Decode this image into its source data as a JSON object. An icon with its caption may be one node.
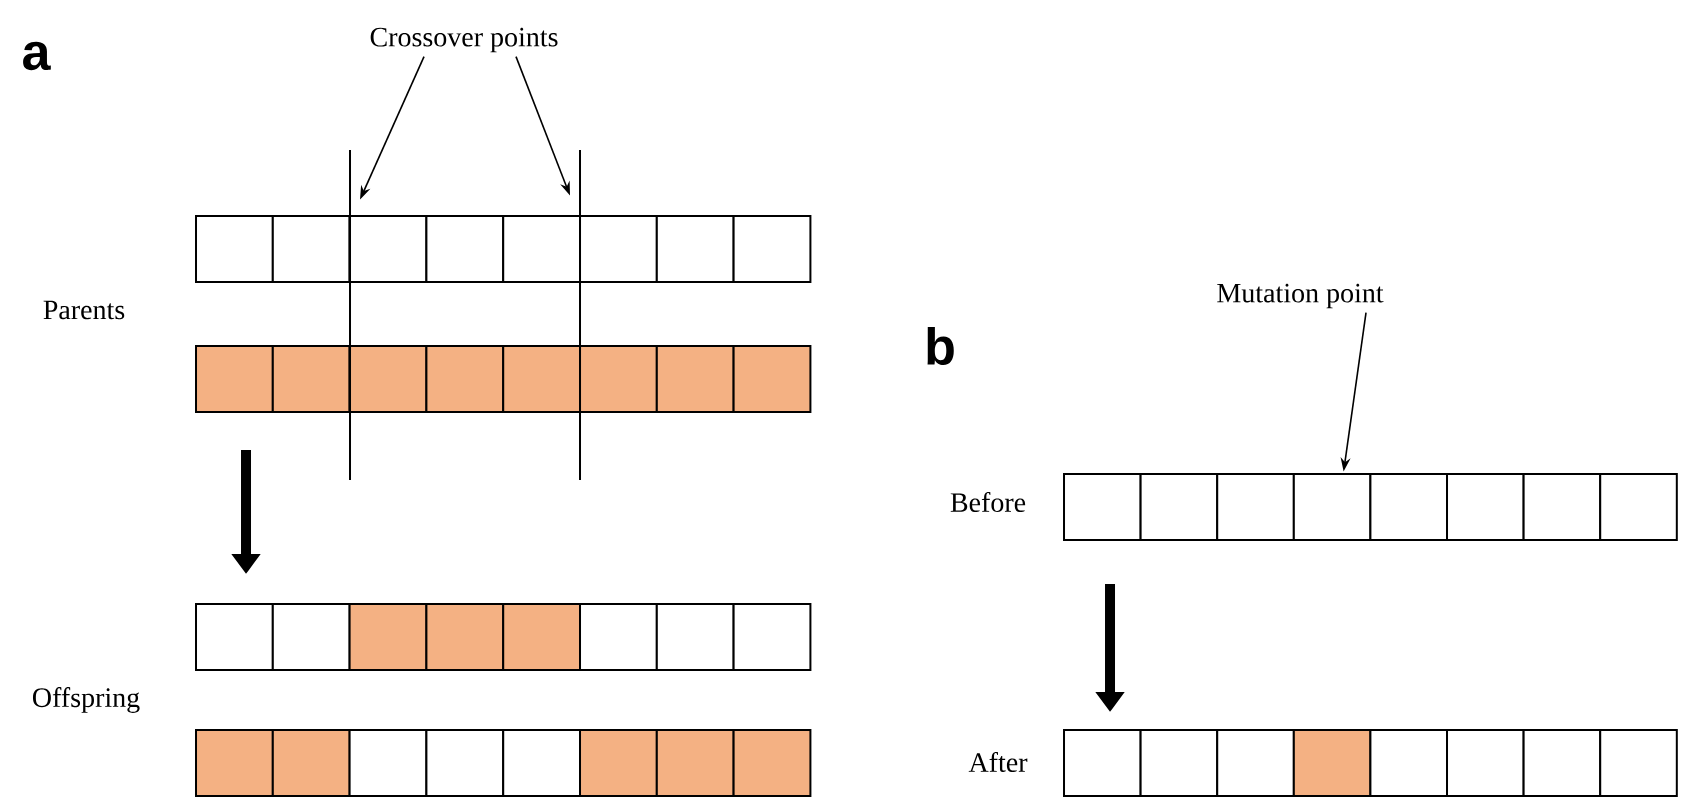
{
  "diagram": {
    "nodes": [
      {
        "text": [
          "Crossover points"
        ]
      },
      {
        "text": [],
        "shape": "bar"
      },
      {
        "text": [],
        "shape": "bar"
      },
      {
        "text": [],
        "shape": "bar"
      },
      {
        "text": [],
        "shape": "bar"
      },
      {
        "text": [],
        "shape": "bar"
      },
      {
        "text": [],
        "shape": "bar"
      },
      {
        "text": [
          "Mutation point"
        ]
      },
      {
        "text": [],
        "shape": "bar"
      },
      {
        "text": [],
        "shape": "bar"
      }
    ],
    "edges": [
      {
        "from": 0,
        "to": 1,
        "arrow": "to"
      },
      {
        "from": 0,
        "to": 2,
        "arrow": "to"
      },
      {
        "from": 7,
        "to": 8,
        "arrow": "to"
      }
    ],
    "labels": [
      "a",
      "Parents",
      "Offspring",
      "b",
      "Before",
      "After"
    ]
  }
}
